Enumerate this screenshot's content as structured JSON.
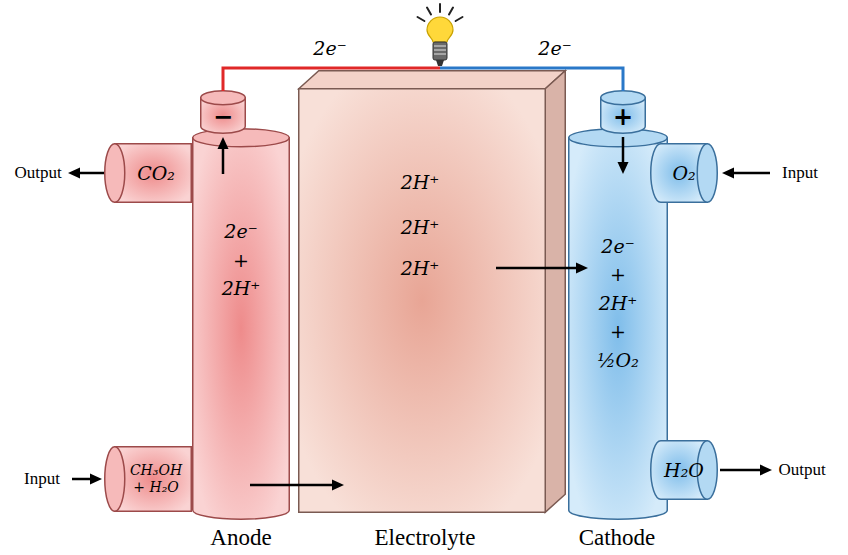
{
  "diagram": {
    "nodes": [
      {
        "text": [
          "2e⁻ + 2H⁺",
          "Anode"
        ]
      },
      {
        "text": [
          "−"
        ]
      },
      {
        "text": [
          "CO₂"
        ]
      },
      {
        "text": [
          "CH₃OH + H₂O"
        ]
      },
      {
        "text": [
          "2H⁺",
          "2H⁺",
          "2H⁺",
          "Electrolyte"
        ]
      },
      {
        "text": [
          "2e⁻ + 2H⁺ + ½O₂",
          "Cathode"
        ]
      },
      {
        "text": [
          "+"
        ]
      },
      {
        "text": [
          "O₂"
        ]
      },
      {
        "text": [
          "H₂O"
        ]
      }
    ],
    "edges": [
      {
        "from": 1,
        "to": 6,
        "arrow": "none"
      },
      {
        "from": 0,
        "to": 1,
        "arrow": "to"
      },
      {
        "from": 3,
        "to": 4,
        "arrow": "to"
      },
      {
        "from": 4,
        "to": 5,
        "arrow": "to"
      },
      {
        "from": 6,
        "to": 5,
        "arrow": "to"
      }
    ],
    "labels": [
      "2e⁻",
      "2e⁻",
      "Output",
      "Input",
      "Input",
      "Output"
    ]
  }
}
